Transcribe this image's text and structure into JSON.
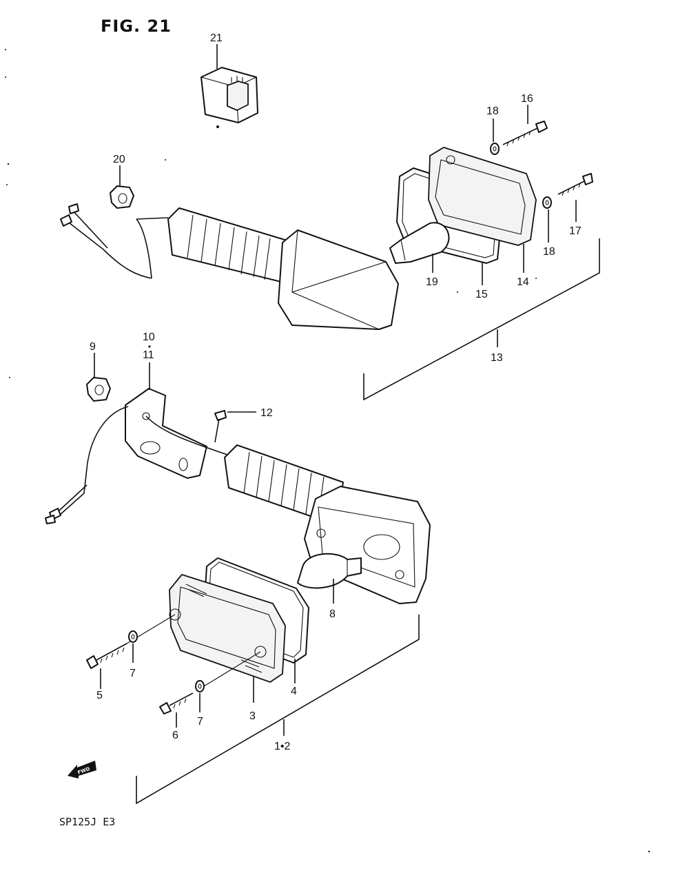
{
  "figure": {
    "title": "FIG. 21",
    "model_code": "SP125J  E3",
    "fwd_mark": "FWD"
  },
  "callouts": {
    "c1_2": "1•2",
    "c3": "3",
    "c4": "4",
    "c5": "5",
    "c6": "6",
    "c7a": "7",
    "c7b": "7",
    "c8": "8",
    "c9": "9",
    "c10": "10",
    "c11": "11",
    "c12": "12",
    "c13": "13",
    "c14": "14",
    "c15": "15",
    "c16": "16",
    "c17": "17",
    "c18a": "18",
    "c18b": "18",
    "c19": "19",
    "c20": "20",
    "c21": "21"
  }
}
